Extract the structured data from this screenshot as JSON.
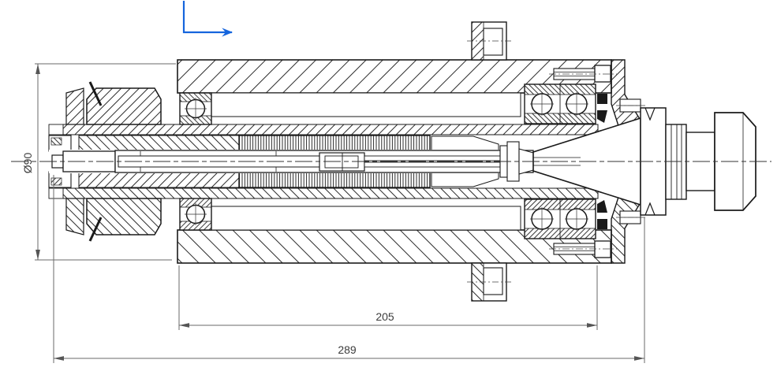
{
  "drawing": {
    "type": "spindle-assembly-section",
    "dimensions": {
      "diameter_label": "Ø90",
      "inner_length_label": "205",
      "overall_length_label": "289"
    },
    "colors": {
      "datum_arrow": "#1565dd",
      "part_lines": "#1a1a1a",
      "dimension_lines": "#6a6a6a",
      "dimension_text": "#3c3c3c"
    },
    "icons": {
      "datum_arrow": "right-angle-arrow"
    }
  }
}
